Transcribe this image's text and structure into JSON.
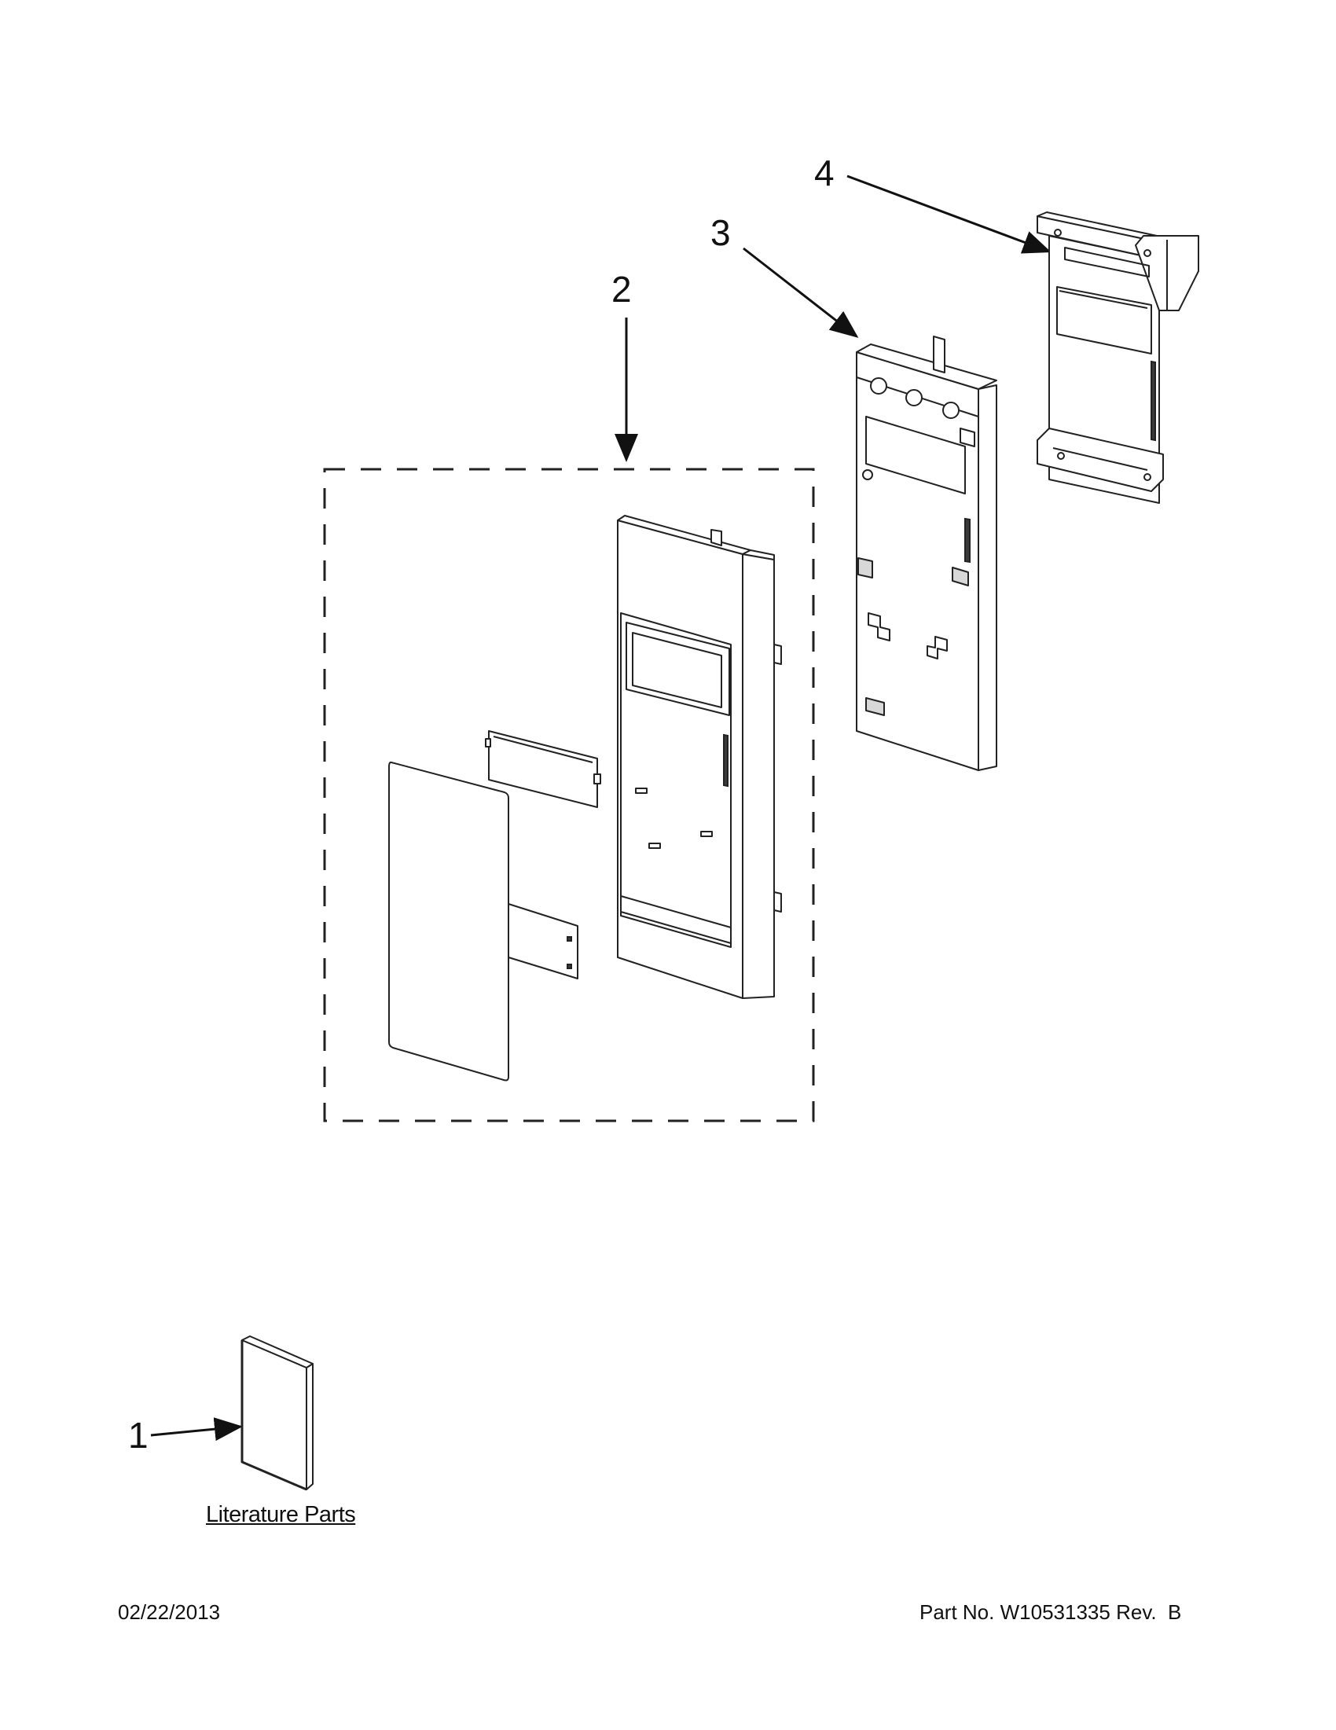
{
  "callouts": {
    "item1": "1",
    "item2": "2",
    "item3": "3",
    "item4": "4"
  },
  "section_label": "Literature Parts",
  "footer": {
    "date": "02/22/2013",
    "part_prefix": "Part No.",
    "part_number": "W10531335",
    "revision": "Rev.  B"
  }
}
